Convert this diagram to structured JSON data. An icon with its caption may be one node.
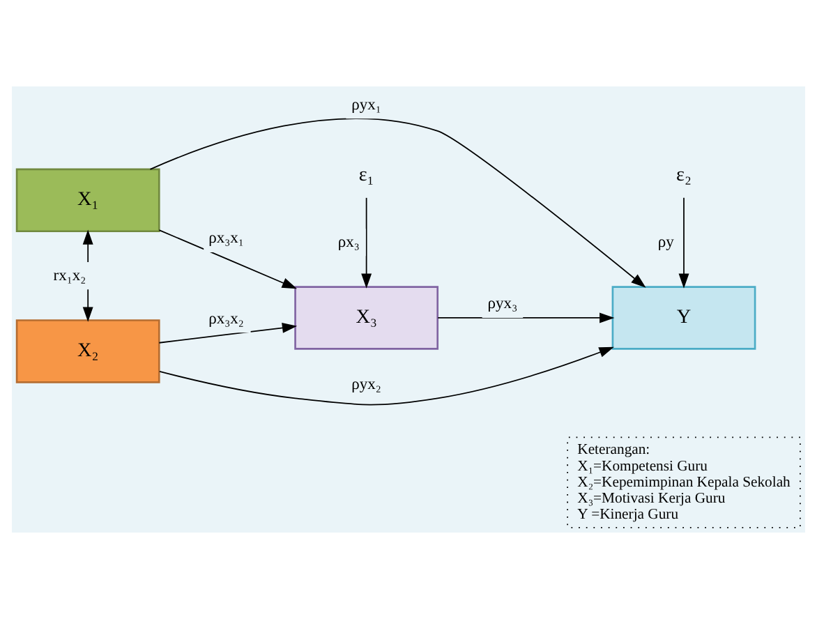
{
  "diagram": {
    "nodes": [
      {
        "text": [
          "X₁"
        ]
      },
      {
        "text": [
          "X₂"
        ]
      },
      {
        "text": [
          "X₃"
        ]
      },
      {
        "text": [
          "Y"
        ]
      },
      {
        "text": [
          "ε₁"
        ]
      },
      {
        "text": [
          "ε₂"
        ]
      }
    ],
    "edges": [
      {
        "from": 0,
        "to": 1,
        "arrow": "both",
        "label": "rx₁x₂"
      },
      {
        "from": 0,
        "to": 3,
        "arrow": "to",
        "label": "ρyx₁"
      },
      {
        "from": 0,
        "to": 2,
        "arrow": "to",
        "label": "ρx₃x₁"
      },
      {
        "from": 1,
        "to": 2,
        "arrow": "to",
        "label": "ρx₃x₂"
      },
      {
        "from": 1,
        "to": 3,
        "arrow": "to",
        "label": "ρyx₂"
      },
      {
        "from": 2,
        "to": 3,
        "arrow": "to",
        "label": "ρyx₃"
      },
      {
        "from": 4,
        "to": 2,
        "arrow": "to",
        "label": "ρx₃"
      },
      {
        "from": 5,
        "to": 3,
        "arrow": "to",
        "label": "ρy"
      }
    ],
    "labels": [
      "Keterangan:",
      "X₁=Kompetensi Guru",
      "X₂=Kepemimpinan Kepala Sekolah",
      "X₃=Motivasi Kerja Guru",
      "Y =Kinerja Guru"
    ]
  }
}
